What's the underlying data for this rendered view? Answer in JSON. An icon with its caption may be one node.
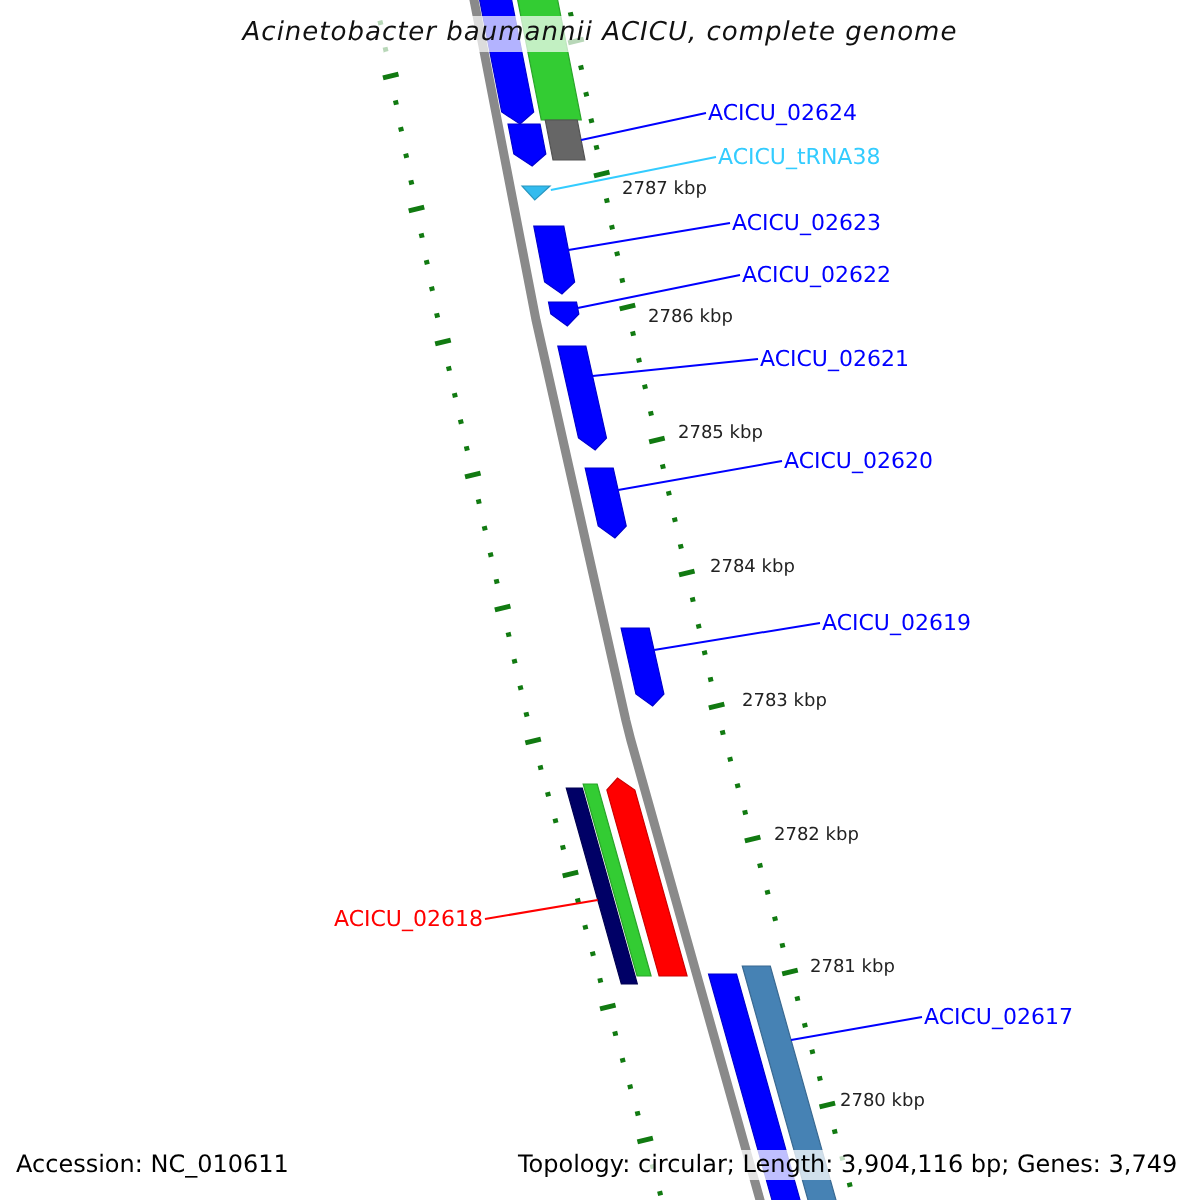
{
  "diagram": {
    "title": "Acinetobacter baumannii ACICU, complete genome",
    "nodes": [
      {
        "text": [],
        "shape": "pentagon"
      },
      {
        "text": [],
        "shape": "bar"
      },
      {
        "text": [
          "ACICU_02624"
        ]
      },
      {
        "text": [],
        "shape": "bar"
      },
      {
        "text": [],
        "shape": "pentagon"
      },
      {
        "text": [
          "ACICU_tRNA38"
        ]
      },
      {
        "text": [],
        "shape": "triangle"
      },
      {
        "text": [
          "ACICU_02623"
        ]
      },
      {
        "text": [],
        "shape": "pentagon"
      },
      {
        "text": [
          "ACICU_02622"
        ]
      },
      {
        "text": [],
        "shape": "pentagon"
      },
      {
        "text": [
          "ACICU_02621"
        ]
      },
      {
        "text": [],
        "shape": "pentagon"
      },
      {
        "text": [
          "ACICU_02620"
        ]
      },
      {
        "text": [],
        "shape": "pentagon"
      },
      {
        "text": [
          "ACICU_02619"
        ]
      },
      {
        "text": [],
        "shape": "pentagon"
      },
      {
        "text": [],
        "shape": "bar"
      },
      {
        "text": [],
        "shape": "bar"
      },
      {
        "text": [],
        "shape": "pentagon"
      },
      {
        "text": [
          "ACICU_02618"
        ]
      },
      {
        "text": [],
        "shape": "bar"
      },
      {
        "text": [],
        "shape": "bar"
      },
      {
        "text": [
          "ACICU_02617"
        ]
      }
    ],
    "edges": [
      {
        "from": 2,
        "to": 3,
        "arrow": "none"
      },
      {
        "from": 5,
        "to": 6,
        "arrow": "none",
        "color": "#33ccff"
      },
      {
        "from": 7,
        "to": 8,
        "arrow": "none"
      },
      {
        "from": 9,
        "to": 10,
        "arrow": "none"
      },
      {
        "from": 11,
        "to": 12,
        "arrow": "none"
      },
      {
        "from": 13,
        "to": 14,
        "arrow": "none"
      },
      {
        "from": 15,
        "to": 16,
        "arrow": "none"
      },
      {
        "from": 20,
        "to": 17,
        "arrow": "none",
        "color": "#ff0000"
      },
      {
        "from": 23,
        "to": 22,
        "arrow": "none"
      }
    ],
    "labels": [
      "2787 kbp",
      "2786 kbp",
      "2785 kbp",
      "2784 kbp",
      "2783 kbp",
      "2782 kbp",
      "2781 kbp",
      "2780 kbp",
      "Accession: NC_010611",
      "Topology: circular; Length: 3,904,116 bp; Genes: 3,749"
    ]
  }
}
